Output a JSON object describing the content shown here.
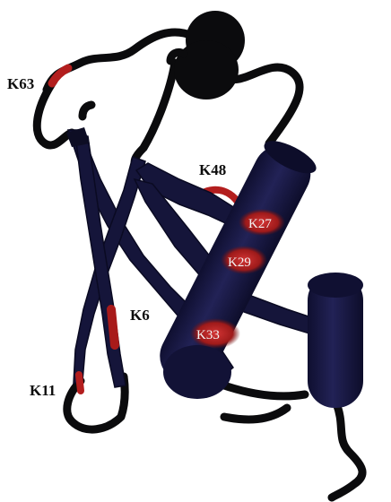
{
  "figure": {
    "labels": {
      "k63": "K63",
      "k48": "K48",
      "k27": "K27",
      "k29": "K29",
      "k6": "K6",
      "k33": "K33",
      "k11": "K11"
    },
    "colors": {
      "backbone": "#0b0b0d",
      "strand": "#15153a",
      "helix": "#1b1b47",
      "helix_shade": "#101032",
      "lysine": "#b31e1e",
      "lysine_glow": "#d13030",
      "label_dark": "#0d0d0d",
      "label_light": "#f3f3f3"
    }
  }
}
